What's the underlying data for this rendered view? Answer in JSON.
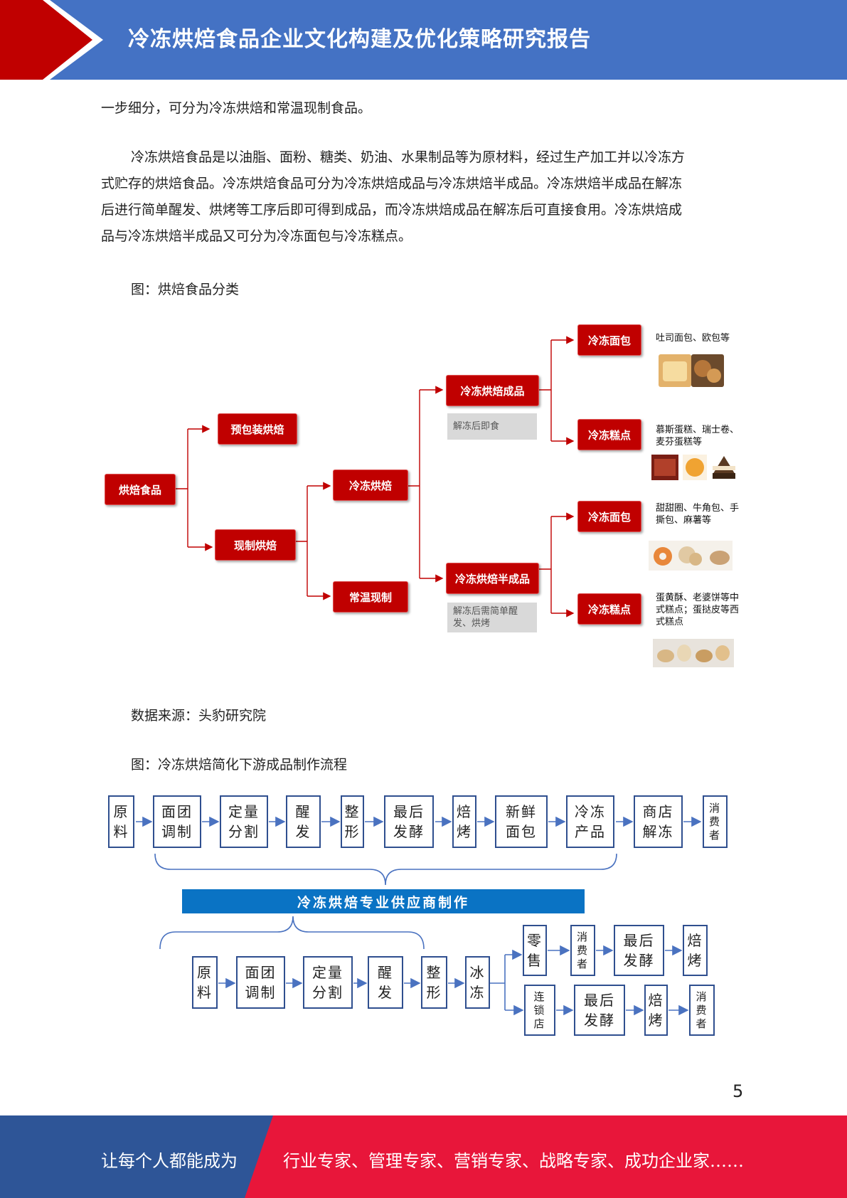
{
  "header": {
    "title": "冷冻烘焙食品企业文化构建及优化策略研究报告",
    "bg_color": "#4472c4",
    "accent_color": "#c00000"
  },
  "body": {
    "line1": "一步细分，可分为冷冻烘焙和常温现制食品。",
    "para2_lines": [
      "冷冻烘焙食品是以油脂、面粉、糖类、奶油、水果制品等为原材料，经过生产加工并以冷冻方",
      "式贮存的烘焙食品。冷冻烘焙食品可分为冷冻烘焙成品与冷冻烘焙半成品。冷冻烘焙半成品在解冻",
      "后进行简单醒发、烘烤等工序后即可得到成品，而冷冻烘焙成品在解冻后可直接食用。冷冻烘焙成",
      "品与冷冻烘焙半成品又可分为冷冻面包与冷冻糕点。"
    ],
    "fig1_caption": "图：烘焙食品分类",
    "source": "数据来源：头豹研究院",
    "fig2_caption": "图：冷冻烘焙简化下游成品制作流程"
  },
  "tree": {
    "root": "烘焙食品",
    "prepack": "预包装烘焙",
    "fresh": "现制烘焙",
    "frozen": "冷冻烘焙",
    "ambient": "常温现制",
    "frozen_finished": "冷冻烘焙成品",
    "frozen_finished_note": "解冻后即食",
    "frozen_semi": "冷冻烘焙半成品",
    "frozen_semi_note": "解冻后需简单醒发、烘烤",
    "bread": "冷冻面包",
    "pastry": "冷冻糕点",
    "desc_bread1": "吐司面包、欧包等",
    "desc_pastry1": "慕斯蛋糕、瑞士卷、麦芬蛋糕等",
    "desc_bread2": "甜甜圈、牛角包、手撕包、麻薯等",
    "desc_pastry2": "蛋黄酥、老婆饼等中式糕点；蛋挞皮等西式糕点"
  },
  "flow": {
    "row1": [
      "原料",
      "面团调制",
      "定量分割",
      "醒发",
      "整形",
      "最后发酵",
      "焙烤",
      "新鲜面包",
      "冷冻产品",
      "商店解冻",
      "消费者"
    ],
    "band": "冷冻烘焙专业供应商制作",
    "row2": [
      "原料",
      "面团调制",
      "定量分割",
      "醒发",
      "整形",
      "冰冻"
    ],
    "retail": "零售",
    "retail_branch": [
      "消费者",
      "最后发酵",
      "焙烤"
    ],
    "chain": "连锁店",
    "chain_branch": [
      "最后发酵",
      "焙烤",
      "消费者"
    ]
  },
  "footer": {
    "page_number": "5",
    "left_text": "让每个人都能成为",
    "right_text": "行业专家、管理专家、营销专家、战略专家、成功企业家……",
    "left_color": "#2e5597",
    "right_color": "#e8163a"
  }
}
